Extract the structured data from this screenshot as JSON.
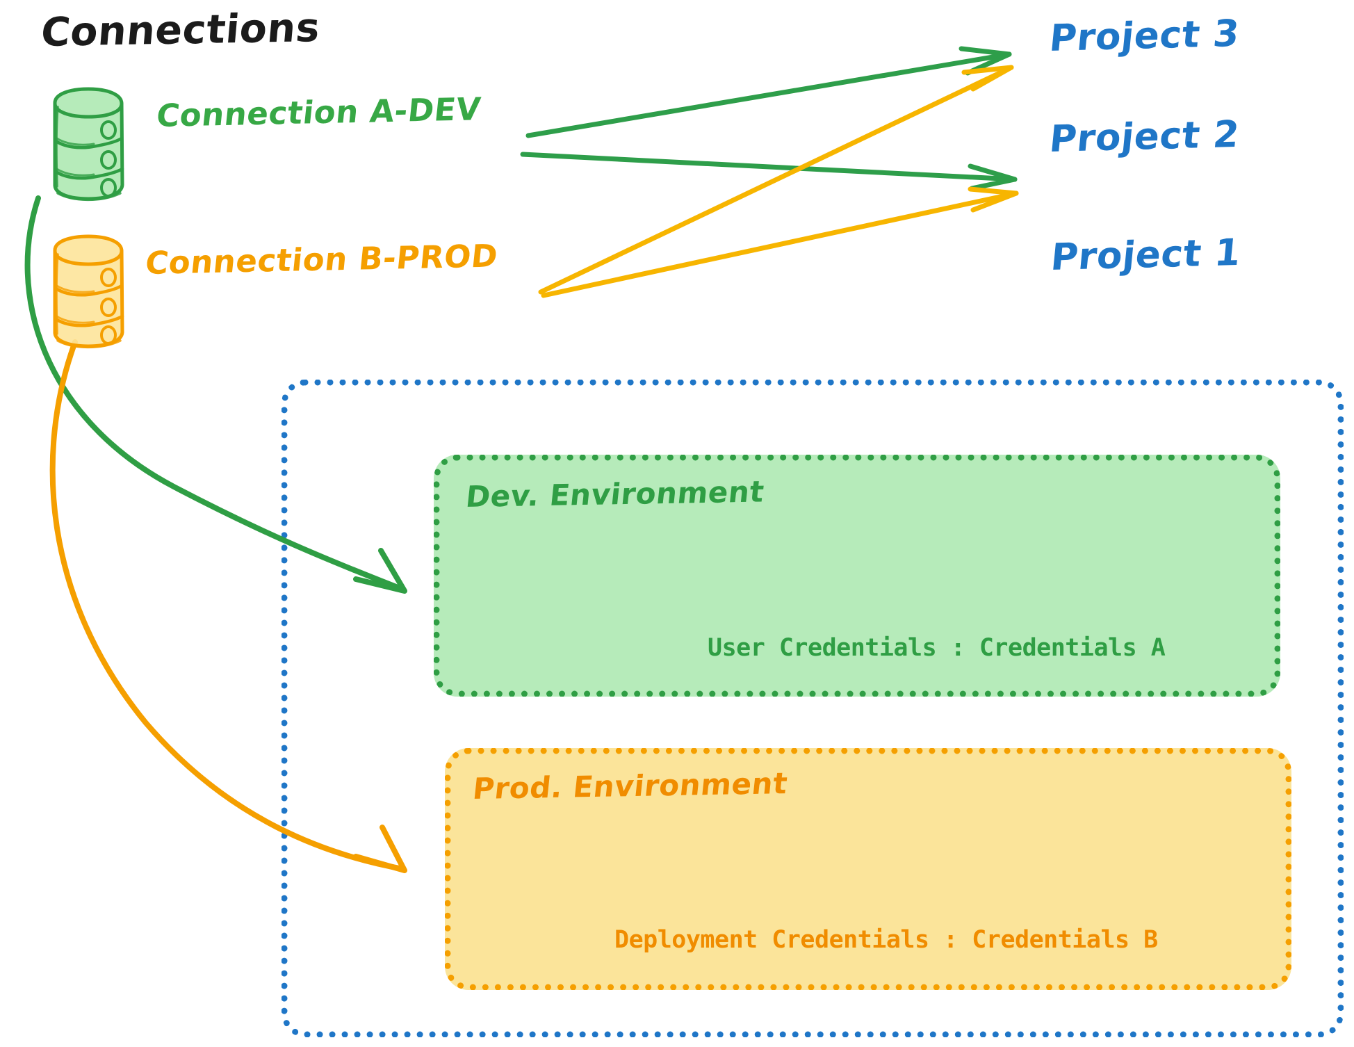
{
  "diagram": {
    "title": "Connections",
    "type": "architecture-diagram",
    "colors": {
      "green": "#37a845",
      "green_dark": "#2f9e44",
      "green_fill": "#b6ebba",
      "orange": "#f59f00",
      "orange_dark": "#f08c00",
      "orange_fill": "#fbe49a",
      "blue": "#1f76c7",
      "amber_arrow": "#f7b500",
      "black": "#1b1b1b"
    }
  },
  "connections": [
    {
      "id": "conn-a-dev",
      "label": "Connection A-DEV",
      "color": "#37a845",
      "icon": "database-cylinder-icon",
      "targets": [
        "Project 3",
        "Project 2",
        "Dev. Environment"
      ]
    },
    {
      "id": "conn-b-prod",
      "label": "Connection B-PROD",
      "color": "#f59f00",
      "icon": "database-cylinder-icon",
      "targets": [
        "Project 3",
        "Project 2",
        "Prod. Environment"
      ]
    }
  ],
  "projects": [
    {
      "id": "project-3",
      "label": "Project 3"
    },
    {
      "id": "project-2",
      "label": "Project 2"
    },
    {
      "id": "project-1",
      "label": "Project 1"
    }
  ],
  "project1": {
    "label": "Project 1",
    "environments": [
      {
        "id": "dev-environment",
        "title": "Dev. Environment",
        "credential_label": "User Credentials",
        "credential_value": "Credentials A",
        "credential_text": "User Credentials : Credentials A",
        "color": "#2f9e44",
        "fill": "#b6ebba"
      },
      {
        "id": "prod-environment",
        "title": "Prod. Environment",
        "credential_label": "Deployment Credentials",
        "credential_value": "Credentials B",
        "credential_text": "Deployment Credentials : Credentials B",
        "color": "#f08c00",
        "fill": "#fbe49a"
      }
    ]
  },
  "arrows": [
    {
      "id": "a-dev-to-project3",
      "color": "#37a845",
      "from": "Connection A-DEV",
      "to": "Project 3"
    },
    {
      "id": "a-dev-to-project2",
      "color": "#37a845",
      "from": "Connection A-DEV",
      "to": "Project 2"
    },
    {
      "id": "a-dev-to-dev-env",
      "color": "#37a845",
      "from": "Connection A-DEV",
      "to": "Dev. Environment"
    },
    {
      "id": "b-prod-to-project3",
      "color": "#f7b500",
      "from": "Connection B-PROD",
      "to": "Project 3"
    },
    {
      "id": "b-prod-to-project2",
      "color": "#f7b500",
      "from": "Connection B-PROD",
      "to": "Project 2"
    },
    {
      "id": "b-prod-to-prod-env",
      "color": "#f59f00",
      "from": "Connection B-PROD",
      "to": "Prod. Environment"
    }
  ]
}
